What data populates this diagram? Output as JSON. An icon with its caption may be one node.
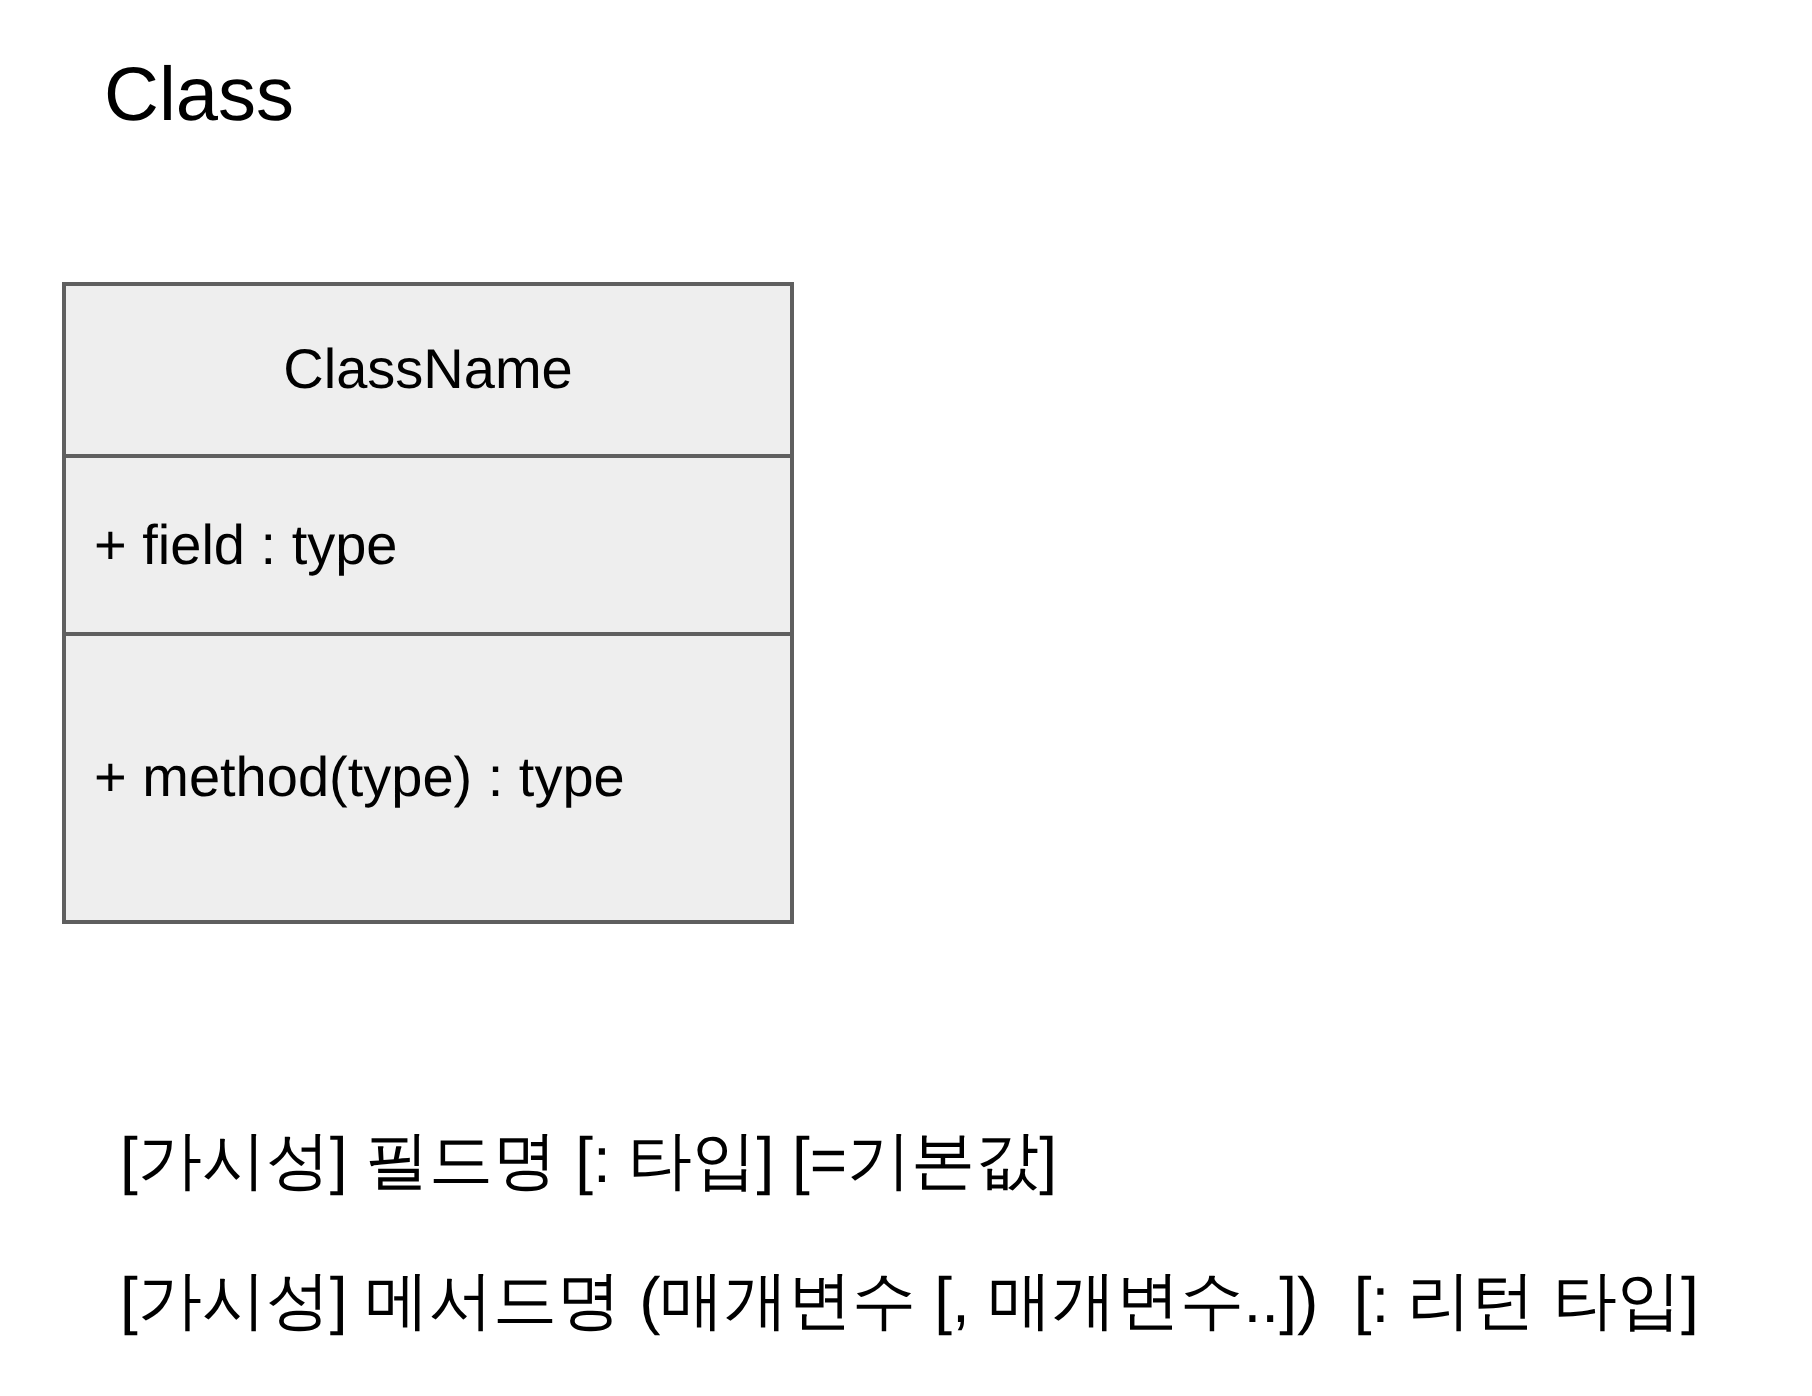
{
  "diagram": {
    "title": "Class",
    "nodes": [
      {
        "text": [
          "ClassName"
        ]
      },
      {
        "text": [
          "+ field : type"
        ],
        "in": 0
      },
      {
        "text": [
          "+ method(type) : type"
        ],
        "in": 0
      }
    ],
    "labels": [
      "[가시성] 필드명 [: 타입] [=기본값]",
      "[가시성] 메서드명 (매개변수 [, 매개변수..])  [: 리턴 타입]"
    ]
  }
}
